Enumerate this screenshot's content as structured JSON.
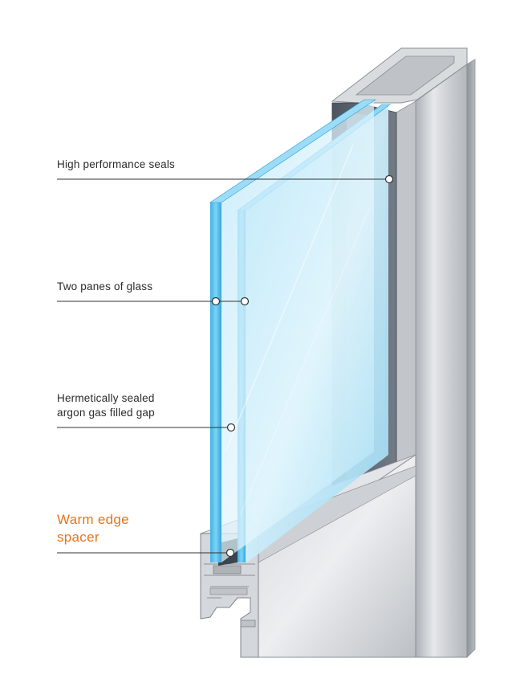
{
  "callouts": [
    {
      "id": "seals",
      "lines": [
        "High performance seals"
      ]
    },
    {
      "id": "glass",
      "lines": [
        "Two panes of glass"
      ]
    },
    {
      "id": "argon",
      "lines": [
        "Hermetically sealed",
        "argon gas filled gap"
      ]
    },
    {
      "id": "spacer",
      "lines": [
        "Warm edge",
        "spacer"
      ]
    }
  ],
  "colors": {
    "accent": "#e8731a",
    "text": "#2b2b2b",
    "glass": "#5cc6ef",
    "frame": "#c9ccd1",
    "leader": "#333333"
  },
  "icons": [
    "leader-dot"
  ]
}
